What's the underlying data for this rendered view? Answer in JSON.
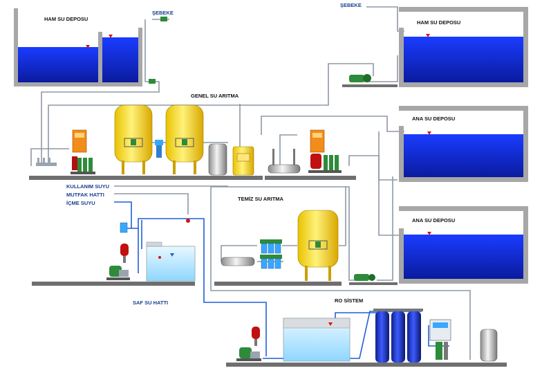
{
  "labels": {
    "ham_su_deposu_1": "HAM SU DEPOSU",
    "ham_su_deposu_2": "HAM SU DEPOSU",
    "sebeke_1": "ŞEBEKE",
    "sebeke_2": "ŞEBEKE",
    "genel_su_aritma": "GENEL SU ARITMA",
    "ana_su_deposu_1": "ANA SU DEPOSU",
    "ana_su_deposu_2": "ANA SU DEPOSU",
    "kullanim_suyu": "KULLANIM SUYU",
    "mutfak_hatti": "MUTFAK HATTI",
    "icme_suyu": "İÇME SUYU",
    "temiz_su_aritma": "TEMİZ SU ARITMA",
    "saf_su_hatti": "SAF SU HATTI",
    "ro_sistem": "RO SİSTEM"
  },
  "colors": {
    "water_dark": "#0a1fc8",
    "water_light": "#cfefff",
    "tank_yellow": "#f2d21a",
    "pipe_grey": "#8e98a4",
    "pipe_blue": "#1f5fd6",
    "wall_grey": "#a7a7a7",
    "pump_green": "#2e8b3a",
    "valve_red": "#d01515",
    "label_blue": "#1b3f8f"
  }
}
